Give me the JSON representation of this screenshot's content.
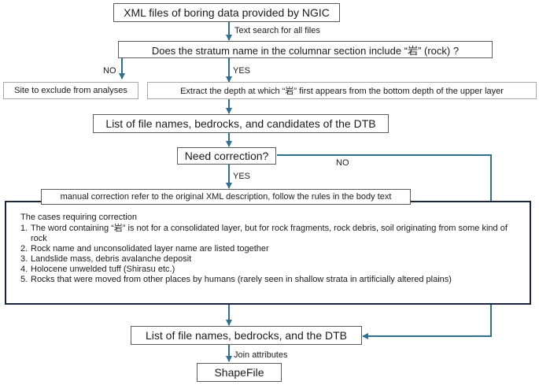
{
  "flow": {
    "start": "XML files of boring data provided by NGIC",
    "step_text_search": "Text search for all files",
    "question_rock": "Does the stratum name in the columnar section include “岩” (rock) ?",
    "label_no": "NO",
    "label_yes": "YES",
    "exclude": "Site to exclude from analyses",
    "extract": "Extract the depth at which “岩” first appears from the bottom depth of the upper layer",
    "list_candidates": "List of file names, bedrocks, and candidates of the DTB",
    "question_correction": "Need correction?",
    "label_no_2": "NO",
    "label_yes_2": "YES",
    "manual": "manual correction refer to the original XML description, follow the rules in the body text",
    "cases_title": "The cases requiring correction",
    "cases": [
      {
        "num": "1.",
        "text": "The word containing “岩” is not for a consolidated layer, but for rock fragments, rock debris, soil originating from some kind of rock"
      },
      {
        "num": "2.",
        "text": "Rock name and unconsolidated layer name are listed together"
      },
      {
        "num": "3.",
        "text": "Landslide mass, debris avalanche deposit"
      },
      {
        "num": "4.",
        "text": "Holocene unwelded tuff (Shirasu etc.)"
      },
      {
        "num": "5.",
        "text": "Rocks that were moved from other places by humans (rarely seen in shallow strata in artificially altered plains)"
      }
    ],
    "list_final": "List of file names, bedrocks, and the DTB",
    "step_join": "Join attributes",
    "end": "ShapeFile"
  },
  "colors": {
    "arrow": "#2f6f8f",
    "box_border": "#5a5a5a",
    "cases_border": "#1a2540"
  }
}
